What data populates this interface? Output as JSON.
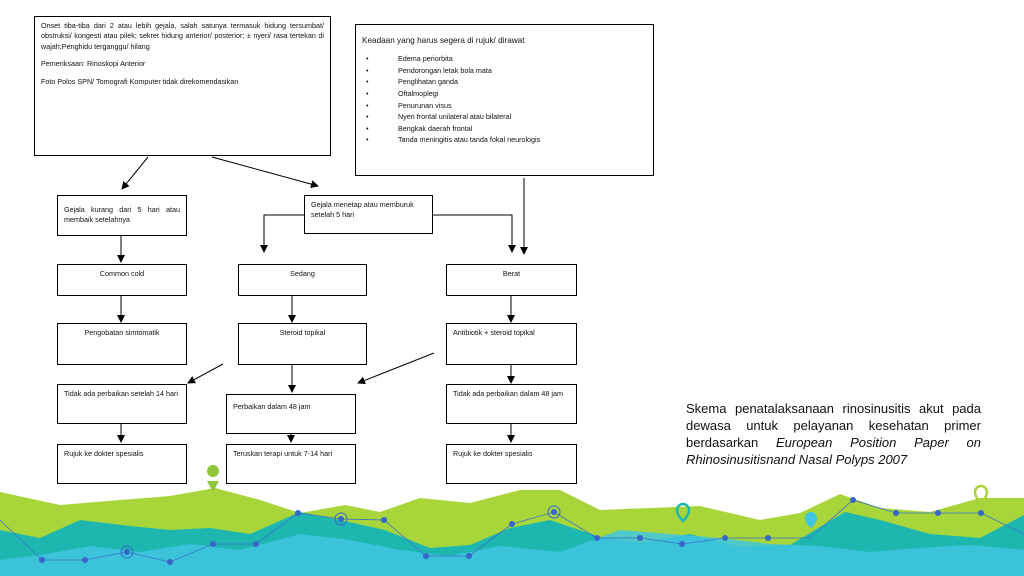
{
  "onset_box": {
    "line1": "Onset tiba-tiba dari 2 atau lebih gejala, salah satunya termasuk hidung tersumbat/ obstruksi/ kongesti atau pilek; sekret hidung anterior/ posterior; ± nyeri/ rasa tertekan di wajah;Penghidu terganggu/ hilang",
    "line2": "Pemeriksaan: Rinoskopi Anterior",
    "line3": "Foto Polos SPN/ Tomografi Komputer tidak direkomendasikan"
  },
  "urgent_box": {
    "title": "Keadaan yang harus segera di rujuk/ dirawat",
    "items": [
      "Edema periorbita",
      "Pendorongan letak bola mata",
      "Penglihatan ganda",
      "Oftalmoplegi",
      "Penurunan visus",
      "Nyeri frontal unilateral atau bilateral",
      "Bengkak daerah frontal",
      "Tanda meningitis atau tanda fokal neurologis"
    ]
  },
  "nodes": {
    "lt5": "Gejala kurang dari 5 hari atau membaik setelahnya",
    "gt5": "Gejala menetap atau memburuk setelah 5 hari",
    "common_cold": "Common cold",
    "sedang": "Sedang",
    "berat": "Berat",
    "simtomatik": "Pengobatan simtomatik",
    "steroid": "Steroid topikal",
    "antibiotik": "Antibiotik + steroid topikal",
    "no_improve_14": "Tidak ada perbaikan setelah 14 hari",
    "improve_48": "Perbaikan dalam 48 jam",
    "no_improve_48": "Tidak ada perbaikan dalam 48 jam",
    "rujuk1": "Rujuk ke dokter spesialis",
    "teruskan": "Teruskan terapi untuk 7-14 hari",
    "rujuk2": "Rujuk ke dokter spesialis"
  },
  "caption": {
    "text": "Skema penatalaksanaan rinosinusitis akut pada dewasa untuk pelayanan kesehatan primer berdasarkan ",
    "italic": "European Position Paper on Rhinosinusitisnand Nasal Polyps 2007"
  },
  "colors": {
    "green": "#a8d63a",
    "teal": "#1eb7b0",
    "cyan": "#3fc5e0",
    "blue_line": "#3a6fcc",
    "blue_dot": "#3566c8"
  }
}
